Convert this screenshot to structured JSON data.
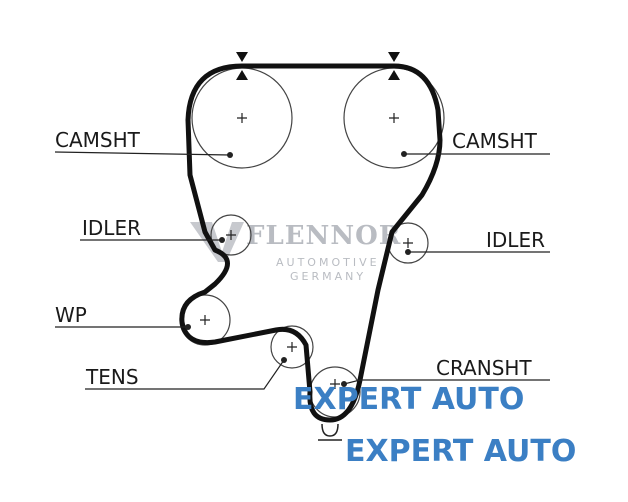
{
  "labels": {
    "camshaft_left": "CAMSHT",
    "camshaft_right": "CAMSHT",
    "idler_left": "IDLER",
    "idler_right": "IDLER",
    "water_pump": "WP",
    "tensioner": "TENS",
    "crankshaft": "CRANSHT"
  },
  "watermark": {
    "brand": "FLENNOR",
    "line1": "AUTOMOTIVE",
    "line2": "GERMANY"
  },
  "overlay": {
    "text_top": "EXPERT AUTO",
    "text_bottom": "EXPERT AUTO",
    "color": "#3b7fc4"
  }
}
